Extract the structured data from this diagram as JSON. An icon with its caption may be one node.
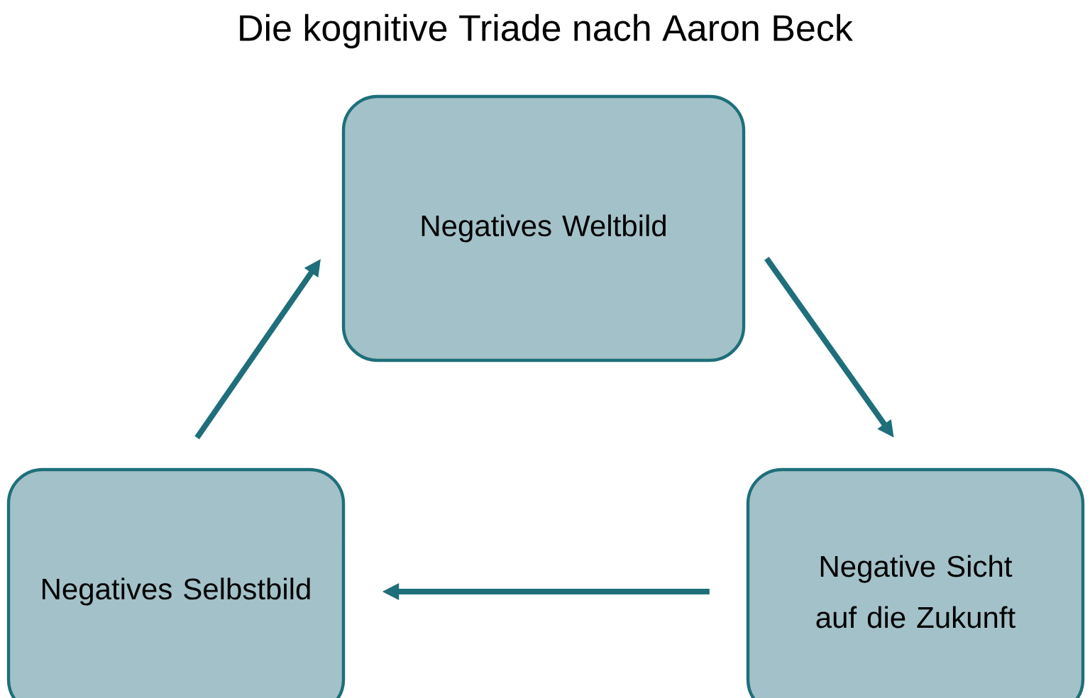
{
  "diagram": {
    "title": "Die kognitive Triade nach Aaron Beck",
    "nodes": [
      {
        "text": [
          "Negatives Weltbild"
        ]
      },
      {
        "text": [
          "Negative Sicht auf die Zukunft"
        ]
      },
      {
        "text": [
          "Negatives Selbstbild"
        ]
      }
    ],
    "edges": [
      {
        "from": 0,
        "to": 1,
        "arrow": "to"
      },
      {
        "from": 1,
        "to": 2,
        "arrow": "to"
      },
      {
        "from": 2,
        "to": 0,
        "arrow": "to"
      }
    ]
  }
}
